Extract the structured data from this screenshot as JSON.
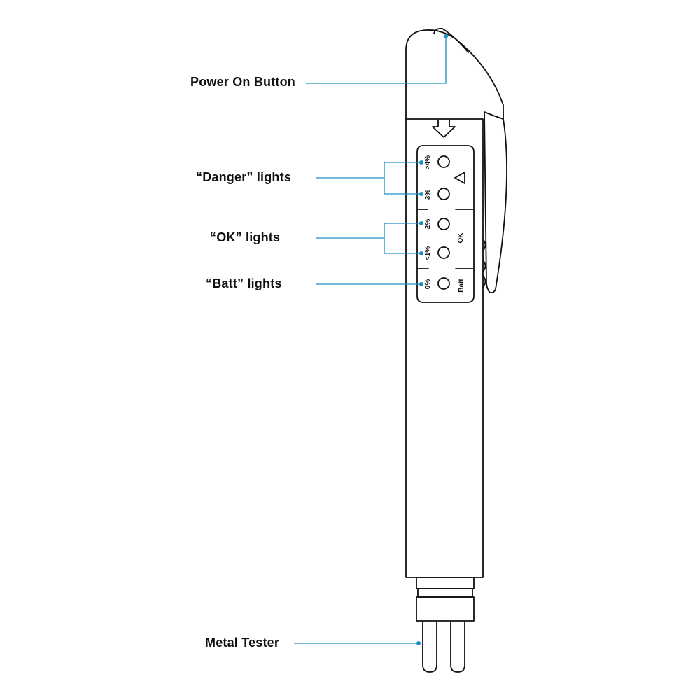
{
  "callouts": {
    "power": "Power On Button",
    "danger": "“Danger” lights",
    "ok": "“OK” lights",
    "batt": "“Batt” lights",
    "metal": "Metal Tester"
  },
  "indicators": {
    "danger_high": ">4%",
    "danger_low": "3%",
    "ok_high": "2%",
    "ok_low": "<1%",
    "batt": "0%"
  },
  "group_labels": {
    "ok": "OK",
    "batt": "Batt",
    "warning_icon": "warning-triangle-icon"
  },
  "colors": {
    "callout_line": "#1a8fc4",
    "outline": "#111111",
    "background": "#ffffff"
  }
}
